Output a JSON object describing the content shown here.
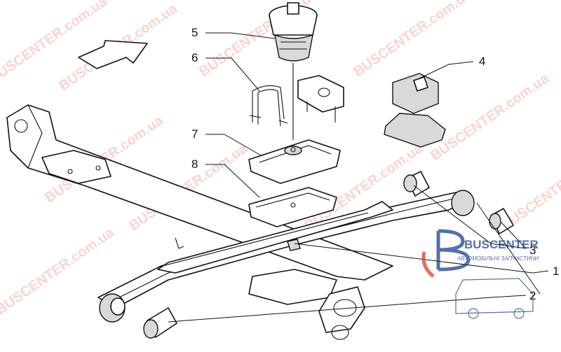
{
  "callouts": [
    "5",
    "6",
    "4",
    "7",
    "8",
    "3",
    "1",
    "2"
  ],
  "watermarks": {
    "domain": "BUSCENTER.com.ua",
    "logo_name": "BUSCENTER",
    "logo_tagline": "АВТОМОБІЛЬНІ ЗАПЧАСТИНИ"
  },
  "colors": {
    "line": "#111111",
    "watermark": "#e03a2a",
    "logo": "#1d3f8a"
  }
}
